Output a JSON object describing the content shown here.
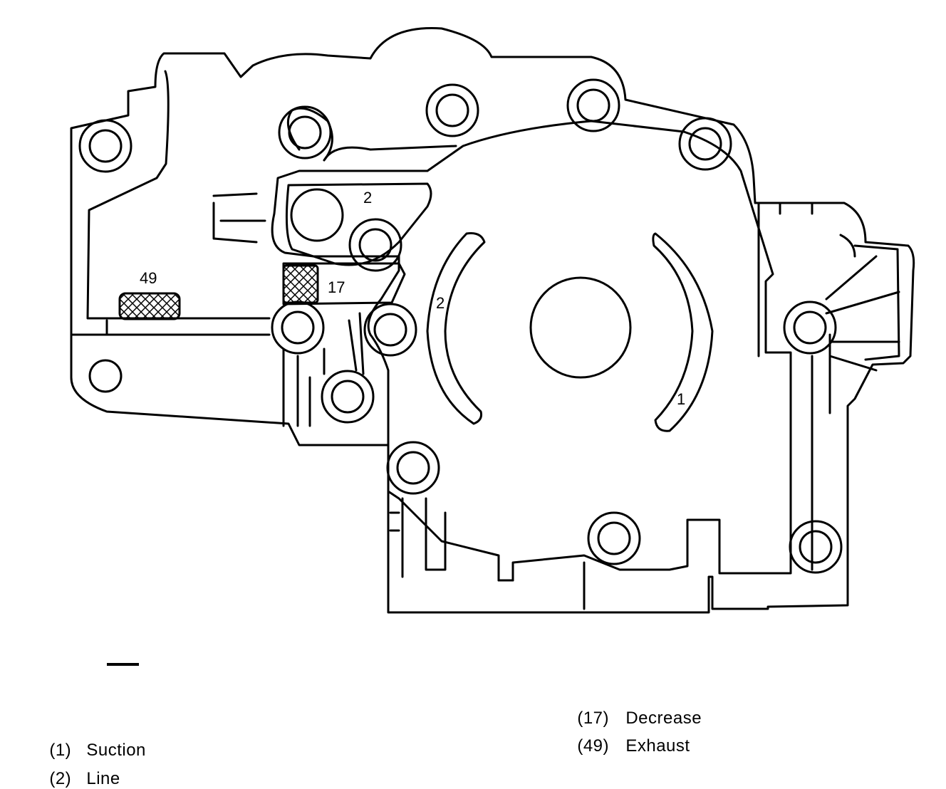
{
  "callouts": {
    "line_upper": "2",
    "line_left": "2",
    "suction": "1",
    "decrease": "17",
    "exhaust": "49"
  },
  "legend": [
    {
      "num": "(1)",
      "label": "Suction"
    },
    {
      "num": "(2)",
      "label": "Line"
    },
    {
      "num": "(17)",
      "label": "Decrease"
    },
    {
      "num": "(49)",
      "label": "Exhaust"
    }
  ]
}
